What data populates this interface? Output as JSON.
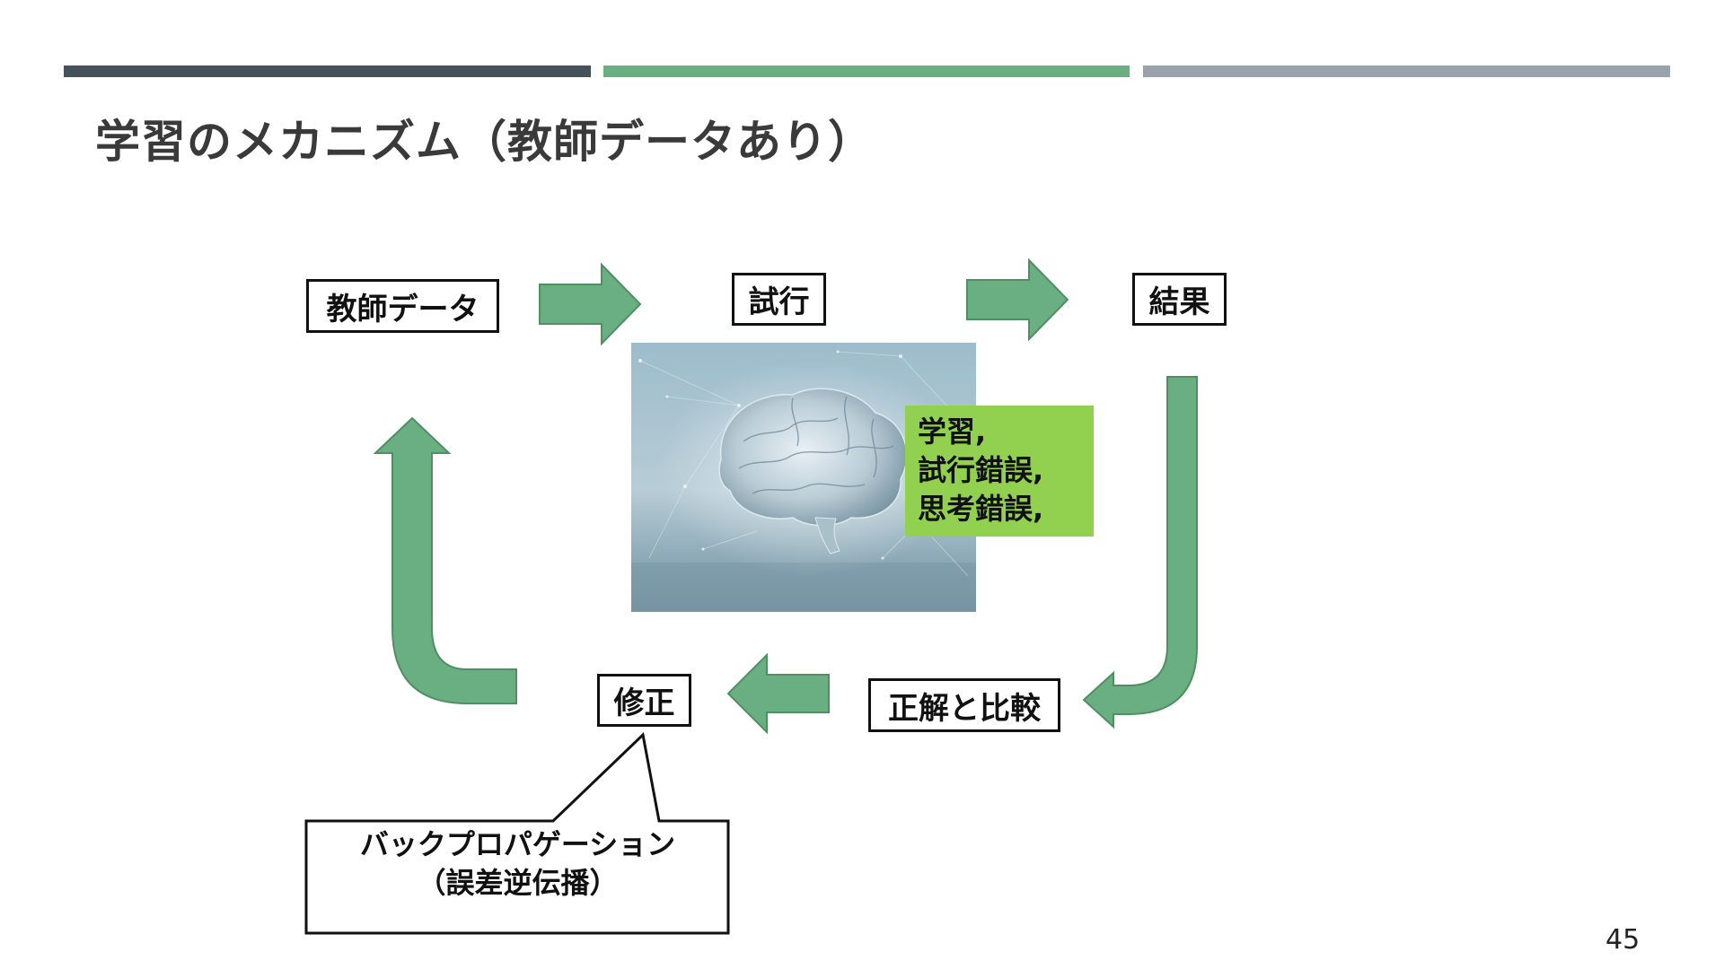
{
  "header": {
    "title": "学習のメカニズム（教師データあり）",
    "bar_colors": [
      "#44535b",
      "#6aaf82",
      "#99a3ab"
    ]
  },
  "diagram": {
    "nodes": {
      "teacher_data": "教師データ",
      "trial": "試行",
      "result": "結果",
      "compare": "正解と比較",
      "correction": "修正"
    },
    "brain_label": {
      "line1": "学習,",
      "line2": "試行錯誤,",
      "line3": "思考錯誤,"
    },
    "callout": {
      "line1": "バックプロパゲーション",
      "line2": "（誤差逆伝播）"
    },
    "arrow_color": "#6aaf82",
    "label_color": "#92d050"
  },
  "footer": {
    "page_number": "45"
  }
}
